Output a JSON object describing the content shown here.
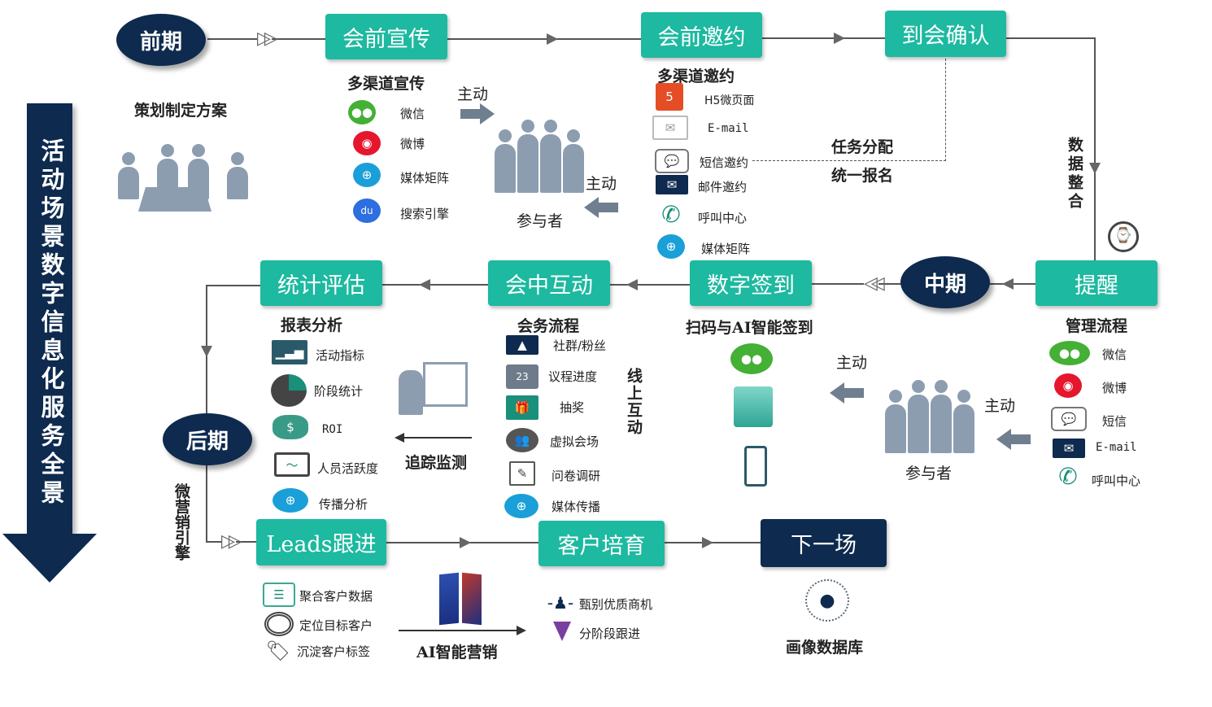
{
  "side_title": "活动场景数字信息化服务全景",
  "phases": {
    "early": "前期",
    "mid": "中期",
    "late": "后期"
  },
  "stages": {
    "promo": "会前宣传",
    "invite": "会前邀约",
    "confirm": "到会确认",
    "remind": "提醒",
    "checkin": "数字签到",
    "interact": "会中互动",
    "evaluate": "统计评估",
    "leads": "Leads跟进",
    "nurture": "客户培育",
    "next": "下一场"
  },
  "planning": "策划制定方案",
  "promo_section": {
    "title": "多渠道宣传",
    "items": [
      "微信",
      "微博",
      "媒体矩阵",
      "搜索引擎"
    ]
  },
  "participants_top": {
    "active1": "主动",
    "active2": "主动",
    "label": "参与者"
  },
  "invite_section": {
    "title": "多渠道邀约",
    "items": [
      "H5微页面",
      "E-mail",
      "短信邀约",
      "邮件邀约",
      "呼叫中心",
      "媒体矩阵"
    ]
  },
  "task": {
    "line1": "任务分配",
    "line2": "统一报名"
  },
  "data_merge": "数据整合",
  "manage_section": {
    "title": "管理流程",
    "items": [
      "微信",
      "微博",
      "短信",
      "E-mail",
      "呼叫中心"
    ]
  },
  "participants_mid": {
    "active1": "主动",
    "active2": "主动",
    "label": "参与者"
  },
  "checkin_section": {
    "title": "扫码与AI智能签到"
  },
  "meeting_section": {
    "title": "会务流程",
    "items": [
      "社群/粉丝",
      "议程进度",
      "抽奖",
      "虚拟会场",
      "问卷调研",
      "媒体传播"
    ],
    "online": "线上互动"
  },
  "report_section": {
    "title": "报表分析",
    "items": [
      "活动指标",
      "阶段统计",
      "ROI",
      "人员活跃度",
      "传播分析"
    ]
  },
  "tracking": "追踪监测",
  "micro_engine": "微营销引擎",
  "leads_section": {
    "items": [
      "聚合客户数据",
      "定位目标客户",
      "沉淀客户标签"
    ]
  },
  "ai_marketing": "AI智能营销",
  "nurture_section": {
    "items": [
      "甄别优质商机",
      "分阶段跟进"
    ]
  },
  "portrait_db": "画像数据库",
  "colors": {
    "teal": "#1db9a0",
    "navy": "#0e2a4e"
  }
}
